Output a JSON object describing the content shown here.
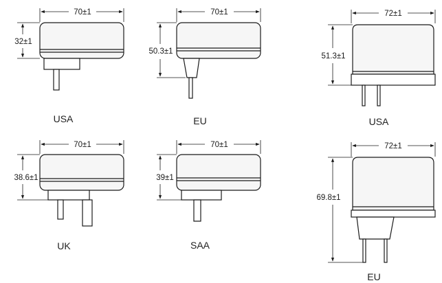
{
  "diagram": {
    "plugs": [
      {
        "label": "USA",
        "width_dim": "70±1",
        "height_dim": "32±1"
      },
      {
        "label": "EU",
        "width_dim": "70±1",
        "height_dim": "50.3±1"
      },
      {
        "label": "USA",
        "width_dim": "72±1",
        "height_dim": "51.3±1"
      },
      {
        "label": "UK",
        "width_dim": "70±1",
        "height_dim": "38.6±1"
      },
      {
        "label": "SAA",
        "width_dim": "70±1",
        "height_dim": "39±1"
      },
      {
        "label": "EU",
        "width_dim": "72±1",
        "height_dim": "69.8±1"
      }
    ]
  },
  "colors": {
    "stroke": "#1a1a1a",
    "fill": "#ffffff",
    "shade": "#f0f0f0"
  }
}
